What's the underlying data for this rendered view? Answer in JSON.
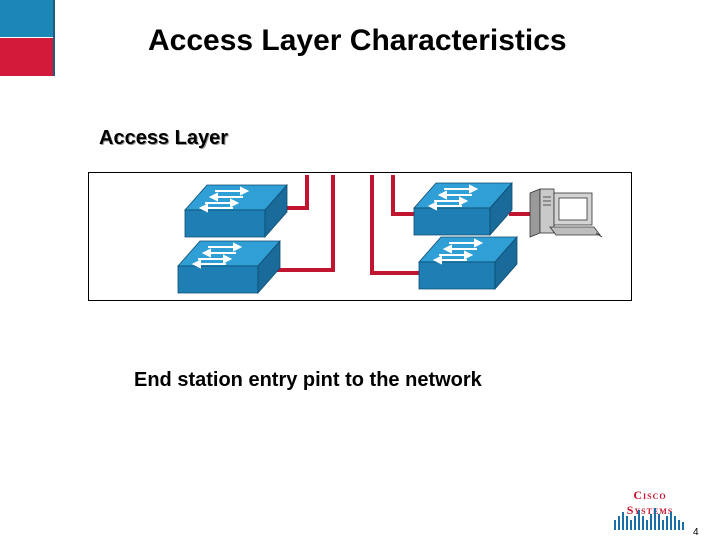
{
  "slide": {
    "title": "Access Layer Characteristics",
    "section_heading": "Access Layer",
    "caption": "End station entry pint to the network",
    "page_number": "4",
    "logo_text": "Cisco Systems"
  },
  "diagram": {
    "nodes": [
      {
        "id": "switch-top-left",
        "type": "switch"
      },
      {
        "id": "switch-bottom-left",
        "type": "switch"
      },
      {
        "id": "switch-top-right",
        "type": "switch"
      },
      {
        "id": "switch-bottom-right",
        "type": "switch"
      },
      {
        "id": "workstation",
        "type": "pc"
      }
    ],
    "link_color": "#c0142f"
  },
  "colors": {
    "corner_blue": "#1b87b6",
    "corner_red": "#d41a3a",
    "switch_top": "#2f9fd6",
    "switch_front": "#1f7fb4",
    "switch_side": "#1a6b9a",
    "logo_red": "#c8102e",
    "logo_blue": "#1b6fa8"
  }
}
